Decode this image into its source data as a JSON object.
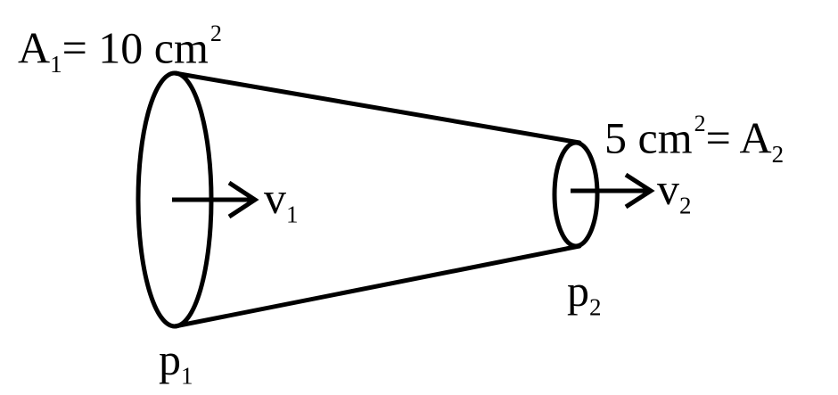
{
  "labels": {
    "a1": {
      "symbol": "A",
      "index": "1",
      "equals": "= 10 cm",
      "exponent": "2"
    },
    "a2": {
      "prefix": "5 cm",
      "exponent": "2",
      "equals": "= A",
      "index": "2"
    },
    "v1": {
      "symbol": "v",
      "index": "1"
    },
    "v2": {
      "symbol": "v",
      "index": "2"
    },
    "p1": {
      "symbol": "p",
      "index": "1"
    },
    "p2": {
      "symbol": "p",
      "index": "2"
    }
  }
}
